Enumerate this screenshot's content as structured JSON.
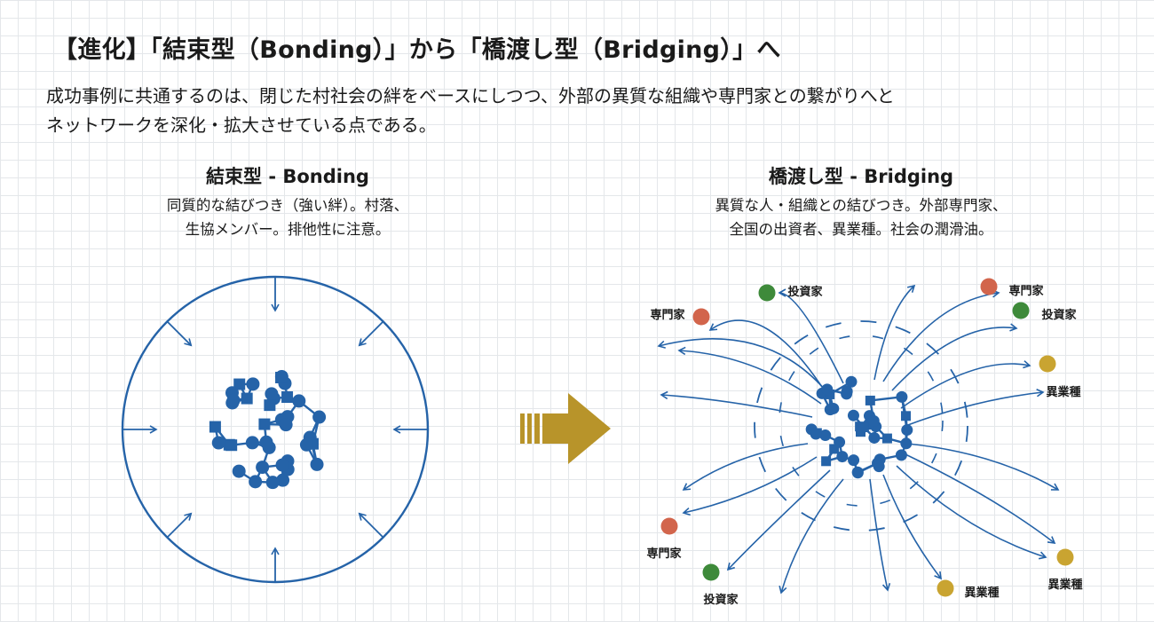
{
  "title": "【進化】「結束型（Bonding）」から「橋渡し型（Bridging）」へ",
  "lead_line1": "成功事例に共通するのは、閉じた村社会の絆をベースにしつつ、外部の異質な組織や専門家との繋がりへと",
  "lead_line2": "ネットワークを深化・拡大させている点である。",
  "bonding": {
    "heading": "結束型 - Bonding",
    "desc_line1": "同質的な結びつき（強い絆）。村落、",
    "desc_line2": "生協メンバー。排他性に注意。"
  },
  "bridging": {
    "heading": "橋渡し型 - Bridging",
    "desc_line1": "異質な人・組織との結びつき。外部専門家、",
    "desc_line2": "全国の出資者、異業種。社会の潤滑油。",
    "external_nodes": [
      {
        "label": "専門家",
        "type": "expert"
      },
      {
        "label": "投資家",
        "type": "investor"
      },
      {
        "label": "専門家",
        "type": "expert"
      },
      {
        "label": "投資家",
        "type": "investor"
      },
      {
        "label": "異業種",
        "type": "industry"
      },
      {
        "label": "専門家",
        "type": "expert"
      },
      {
        "label": "投資家",
        "type": "investor"
      },
      {
        "label": "異業種",
        "type": "industry"
      },
      {
        "label": "異業種",
        "type": "industry"
      }
    ]
  },
  "colors": {
    "network_blue": "#2563a8",
    "arrow_gold": "#b8942a",
    "expert": "#d2654c",
    "investor": "#3e8a3a",
    "industry": "#c9a431"
  }
}
